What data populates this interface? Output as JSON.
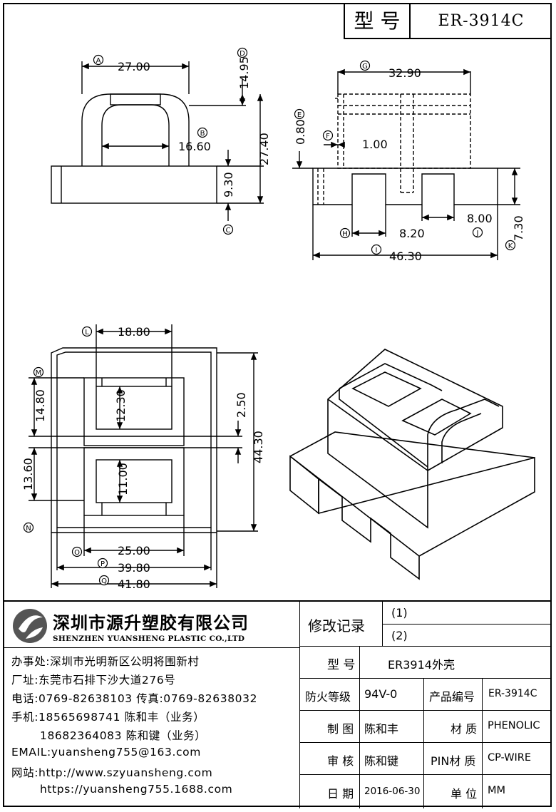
{
  "header": {
    "model_label": "型 号",
    "model_value": "ER-3914C"
  },
  "drawing": {
    "markers": [
      "A",
      "B",
      "C",
      "D",
      "E",
      "F",
      "G",
      "H",
      "I",
      "J",
      "K",
      "L",
      "M",
      "N",
      "O",
      "P",
      "Q"
    ],
    "front_view": {
      "width": "27.00",
      "inner_width": "16.60",
      "height_total": "27.40",
      "top_gap": "14.95",
      "base_height": "9.30"
    },
    "side_view": {
      "top_width": "32.90",
      "wall": "0.80",
      "inner_wall": "1.00",
      "slot_left": "8.20",
      "slot_right": "8.00",
      "base_height": "7.30",
      "total_width": "46.30"
    },
    "top_view": {
      "inner_width": "18.80",
      "upper_height": "14.80",
      "lower_height": "13.60",
      "window_upper": "12.30",
      "window_lower": "11.00",
      "gap": "2.50",
      "total_height": "44.30",
      "w1": "25.00",
      "w2": "39.80",
      "w3": "41.80"
    }
  },
  "company": {
    "name_cn": "深圳市源升塑胶有限公司",
    "name_en": "SHENZHEN YUANSHENG PLASTIC CO.,LTD",
    "office": "办事处:深圳市光明新区公明将围新村",
    "factory": "厂址:东莞市石排下沙大道276号",
    "phone": "电话:0769-82638103 传真:0769-82638032",
    "mobile1": "手机:18565698741 陈和丰（业务）",
    "mobile2": "18682364083 陈和键（业务）",
    "email": "EMAIL:yuansheng755@163.com",
    "web1": "网站:http://www.szyuansheng.com",
    "web2": "https://yuansheng755.1688.com"
  },
  "table": {
    "revision_label": "修改记录",
    "rev1": "(1)",
    "rev2": "(2)",
    "model_label": "型 号",
    "model_value": "ER3914外壳",
    "fire_label": "防火等级",
    "fire_value": "94V-0",
    "code_label": "产品编号",
    "code_value": "ER-3914C",
    "draw_label": "制 图",
    "draw_value": "陈和丰",
    "material_label": "材 质",
    "material_value": "PHENOLIC",
    "check_label": "审 核",
    "check_value": "陈和键",
    "pin_label": "PIN材 质",
    "pin_value": "CP-WIRE",
    "date_label": "日 期",
    "date_value": "2016-06-30",
    "unit_label": "单 位",
    "unit_value": "MM"
  }
}
